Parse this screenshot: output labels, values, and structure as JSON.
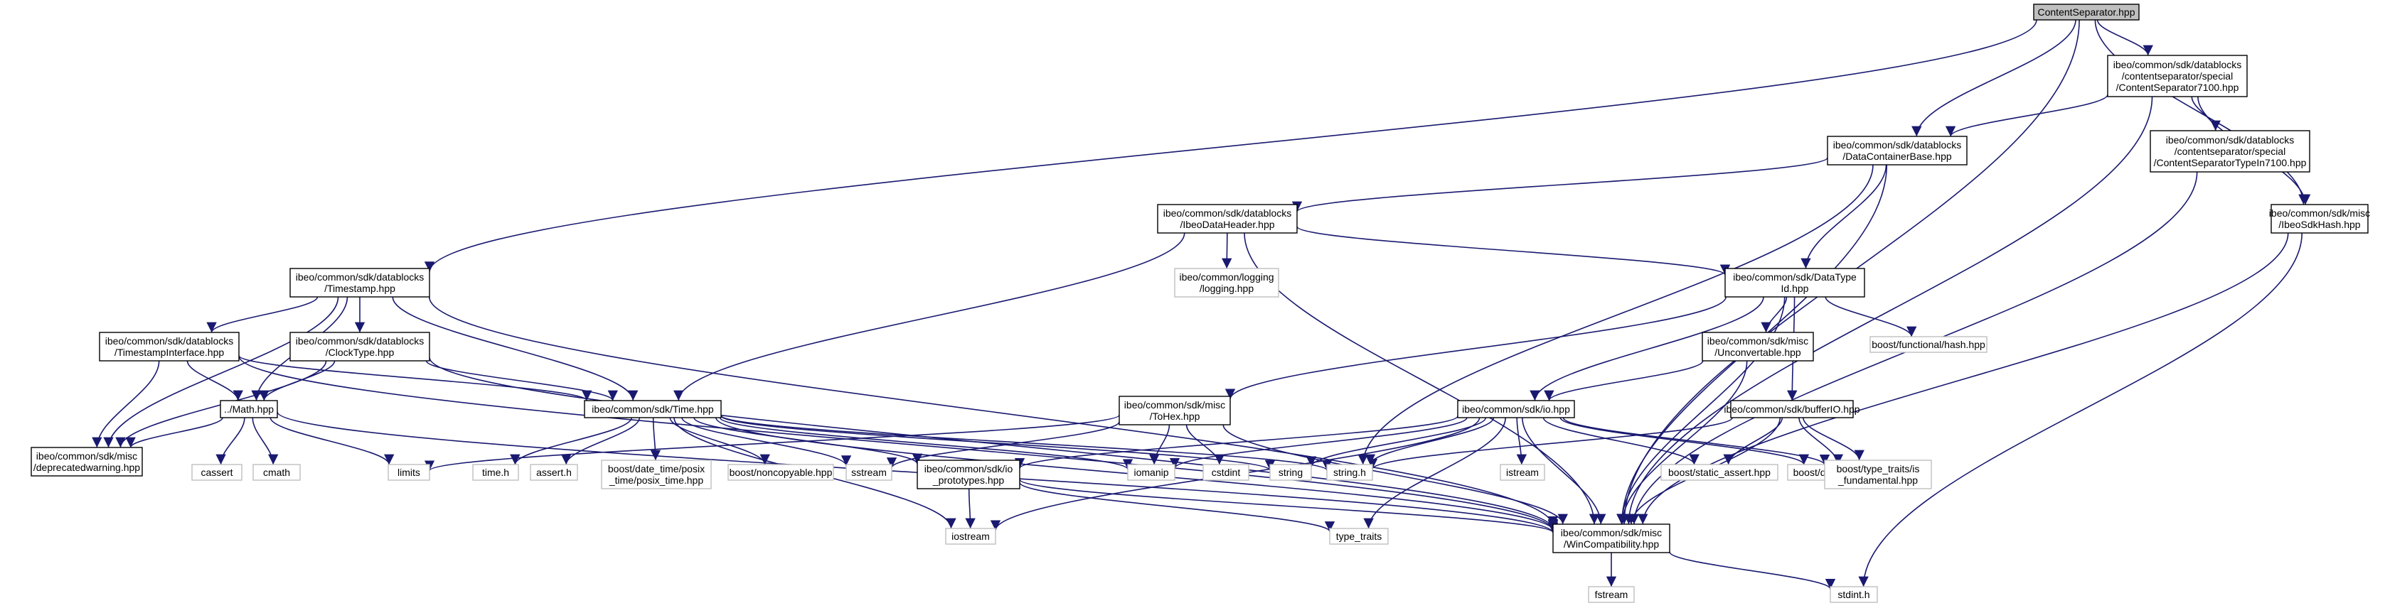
{
  "nodes": {
    "root": {
      "lines": [
        "ContentSeparator.hpp"
      ],
      "kind": "root"
    },
    "cs7100": {
      "lines": [
        "ibeo/common/sdk/datablocks",
        "/contentseparator/special",
        "/ContentSeparator7100.hpp"
      ],
      "kind": "int"
    },
    "dcb": {
      "lines": [
        "ibeo/common/sdk/datablocks",
        "/DataContainerBase.hpp"
      ],
      "kind": "int"
    },
    "csti7100": {
      "lines": [
        "ibeo/common/sdk/datablocks",
        "/contentseparator/special",
        "/ContentSeparatorTypeIn7100.hpp"
      ],
      "kind": "int"
    },
    "sdkhash": {
      "lines": [
        "ibeo/common/sdk/misc",
        "/IbeoSdkHash.hpp"
      ],
      "kind": "int"
    },
    "idh": {
      "lines": [
        "ibeo/common/sdk/datablocks",
        "/IbeoDataHeader.hpp"
      ],
      "kind": "int"
    },
    "logging": {
      "lines": [
        "ibeo/common/logging",
        "/logging.hpp"
      ],
      "kind": "ext"
    },
    "dtid": {
      "lines": [
        "ibeo/common/sdk/DataType",
        "Id.hpp"
      ],
      "kind": "int"
    },
    "timestamp": {
      "lines": [
        "ibeo/common/sdk/datablocks",
        "/Timestamp.hpp"
      ],
      "kind": "int"
    },
    "tsi": {
      "lines": [
        "ibeo/common/sdk/datablocks",
        "/TimestampInterface.hpp"
      ],
      "kind": "int"
    },
    "clock": {
      "lines": [
        "ibeo/common/sdk/datablocks",
        "/ClockType.hpp"
      ],
      "kind": "int"
    },
    "math": {
      "lines": [
        "../Math.hpp"
      ],
      "kind": "int"
    },
    "depr": {
      "lines": [
        "ibeo/common/sdk/misc",
        "/deprecatedwarning.hpp"
      ],
      "kind": "int"
    },
    "cassert": {
      "lines": [
        "cassert"
      ],
      "kind": "ext"
    },
    "cmath": {
      "lines": [
        "cmath"
      ],
      "kind": "ext"
    },
    "limits": {
      "lines": [
        "limits"
      ],
      "kind": "ext"
    },
    "time": {
      "lines": [
        "ibeo/common/sdk/Time.hpp"
      ],
      "kind": "int"
    },
    "timeh": {
      "lines": [
        "time.h"
      ],
      "kind": "ext"
    },
    "asserth": {
      "lines": [
        "assert.h"
      ],
      "kind": "ext"
    },
    "posix": {
      "lines": [
        "boost/date_time/posix",
        "_time/posix_time.hpp"
      ],
      "kind": "ext"
    },
    "noncopy": {
      "lines": [
        "boost/noncopyable.hpp"
      ],
      "kind": "ext"
    },
    "sstream": {
      "lines": [
        "sstream"
      ],
      "kind": "ext"
    },
    "iop": {
      "lines": [
        "ibeo/common/sdk/io",
        "_prototypes.hpp"
      ],
      "kind": "int"
    },
    "iostream": {
      "lines": [
        "iostream"
      ],
      "kind": "ext"
    },
    "tohex": {
      "lines": [
        "ibeo/common/sdk/misc",
        "/ToHex.hpp"
      ],
      "kind": "int"
    },
    "iomanip": {
      "lines": [
        "iomanip"
      ],
      "kind": "ext"
    },
    "cstdint": {
      "lines": [
        "cstdint"
      ],
      "kind": "ext"
    },
    "string": {
      "lines": [
        "string"
      ],
      "kind": "ext"
    },
    "stringh": {
      "lines": [
        "string.h"
      ],
      "kind": "ext"
    },
    "unconv": {
      "lines": [
        "ibeo/common/sdk/misc",
        "/Unconvertable.hpp"
      ],
      "kind": "int"
    },
    "funchash": {
      "lines": [
        "boost/functional/hash.hpp"
      ],
      "kind": "ext"
    },
    "io": {
      "lines": [
        "ibeo/common/sdk/io.hpp"
      ],
      "kind": "int"
    },
    "istream": {
      "lines": [
        "istream"
      ],
      "kind": "ext"
    },
    "bufio": {
      "lines": [
        "ibeo/common/sdk/bufferIO.hpp"
      ],
      "kind": "int"
    },
    "sassert": {
      "lines": [
        "boost/static_assert.hpp"
      ],
      "kind": "ext"
    },
    "endian": {
      "lines": [
        "boost/detail/endian.hpp"
      ],
      "kind": "ext"
    },
    "isfund": {
      "lines": [
        "boost/type_traits/is",
        "_fundamental.hpp"
      ],
      "kind": "ext"
    },
    "typetraits": {
      "lines": [
        "type_traits"
      ],
      "kind": "ext"
    },
    "wincompat": {
      "lines": [
        "ibeo/common/sdk/misc",
        "/WinCompatibility.hpp"
      ],
      "kind": "int"
    },
    "fstream": {
      "lines": [
        "fstream"
      ],
      "kind": "ext"
    },
    "stdint": {
      "lines": [
        "stdint.h"
      ],
      "kind": "ext"
    }
  },
  "edges": [
    [
      "root",
      "cs7100"
    ],
    [
      "root",
      "dcb"
    ],
    [
      "root",
      "sdkhash"
    ],
    [
      "root",
      "timestamp"
    ],
    [
      "root",
      "wincompat"
    ],
    [
      "cs7100",
      "dcb"
    ],
    [
      "cs7100",
      "csti7100"
    ],
    [
      "cs7100",
      "sdkhash"
    ],
    [
      "cs7100",
      "wincompat"
    ],
    [
      "csti7100",
      "wincompat"
    ],
    [
      "sdkhash",
      "wincompat"
    ],
    [
      "sdkhash",
      "stdint"
    ],
    [
      "dcb",
      "idh"
    ],
    [
      "dcb",
      "dtid"
    ],
    [
      "dcb",
      "stringh"
    ],
    [
      "dcb",
      "wincompat"
    ],
    [
      "idh",
      "logging"
    ],
    [
      "idh",
      "dtid"
    ],
    [
      "idh",
      "time"
    ],
    [
      "idh",
      "wincompat"
    ],
    [
      "dtid",
      "tohex"
    ],
    [
      "dtid",
      "unconv"
    ],
    [
      "dtid",
      "funchash"
    ],
    [
      "dtid",
      "io"
    ],
    [
      "dtid",
      "bufio"
    ],
    [
      "dtid",
      "wincompat"
    ],
    [
      "timestamp",
      "tsi"
    ],
    [
      "timestamp",
      "clock"
    ],
    [
      "timestamp",
      "math"
    ],
    [
      "timestamp",
      "depr"
    ],
    [
      "timestamp",
      "time"
    ],
    [
      "timestamp",
      "wincompat"
    ],
    [
      "tsi",
      "math"
    ],
    [
      "tsi",
      "depr"
    ],
    [
      "tsi",
      "time"
    ],
    [
      "tsi",
      "wincompat"
    ],
    [
      "clock",
      "math"
    ],
    [
      "clock",
      "depr"
    ],
    [
      "clock",
      "time"
    ],
    [
      "clock",
      "wincompat"
    ],
    [
      "math",
      "depr"
    ],
    [
      "math",
      "cassert"
    ],
    [
      "math",
      "cmath"
    ],
    [
      "math",
      "limits"
    ],
    [
      "math",
      "wincompat"
    ],
    [
      "time",
      "timeh"
    ],
    [
      "time",
      "asserth"
    ],
    [
      "time",
      "posix"
    ],
    [
      "time",
      "noncopy"
    ],
    [
      "time",
      "sstream"
    ],
    [
      "time",
      "iop"
    ],
    [
      "time",
      "iostream"
    ],
    [
      "time",
      "iomanip"
    ],
    [
      "time",
      "string"
    ],
    [
      "time",
      "stringh"
    ],
    [
      "time",
      "wincompat"
    ],
    [
      "iop",
      "iostream"
    ],
    [
      "iop",
      "typetraits"
    ],
    [
      "iop",
      "wincompat"
    ],
    [
      "tohex",
      "limits"
    ],
    [
      "tohex",
      "sstream"
    ],
    [
      "tohex",
      "iomanip"
    ],
    [
      "tohex",
      "cstdint"
    ],
    [
      "tohex",
      "wincompat"
    ],
    [
      "unconv",
      "io"
    ],
    [
      "unconv",
      "wincompat"
    ],
    [
      "io",
      "iop"
    ],
    [
      "io",
      "iostream"
    ],
    [
      "io",
      "iomanip"
    ],
    [
      "io",
      "string"
    ],
    [
      "io",
      "stringh"
    ],
    [
      "io",
      "istream"
    ],
    [
      "io",
      "sassert"
    ],
    [
      "io",
      "endian"
    ],
    [
      "io",
      "isfund"
    ],
    [
      "io",
      "typetraits"
    ],
    [
      "io",
      "wincompat"
    ],
    [
      "bufio",
      "stringh"
    ],
    [
      "bufio",
      "sassert"
    ],
    [
      "bufio",
      "endian"
    ],
    [
      "bufio",
      "isfund"
    ],
    [
      "bufio",
      "wincompat"
    ],
    [
      "wincompat",
      "fstream"
    ],
    [
      "wincompat",
      "stdint"
    ]
  ]
}
